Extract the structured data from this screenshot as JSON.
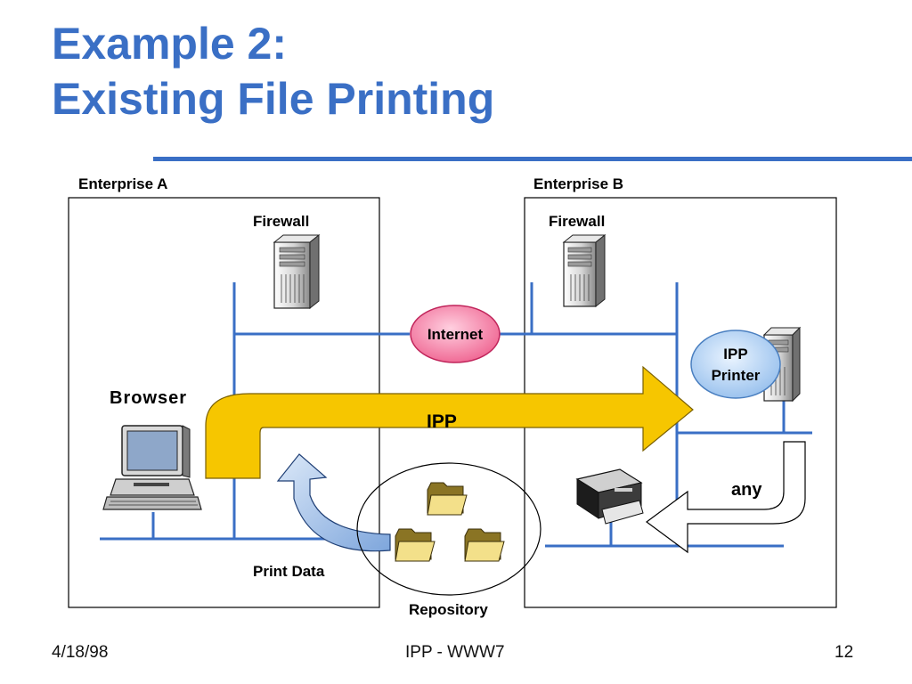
{
  "slide": {
    "title_line1": "Example 2:",
    "title_line2": "Existing File Printing"
  },
  "diagram": {
    "enterprise_a_label": "Enterprise A",
    "enterprise_b_label": "Enterprise B",
    "firewall_a_label": "Firewall",
    "firewall_b_label": "Firewall",
    "internet_label": "Internet",
    "browser_label": "Browser",
    "ipp_label": "IPP",
    "ipp_printer_line1": "IPP",
    "ipp_printer_line2": "Printer",
    "any_label": "any",
    "print_data_label": "Print Data",
    "repository_label": "Repository",
    "colors": {
      "title": "#3a6fc5",
      "network_line": "#3a6fc5",
      "internet_fill": "#f06b96",
      "ipp_printer_fill": "#a8ccf0",
      "ipp_arrow": "#f6c600",
      "print_data_arrow": "#8fb3e3"
    }
  },
  "footer": {
    "date": "4/18/98",
    "center": "IPP - WWW7",
    "page": "12"
  }
}
